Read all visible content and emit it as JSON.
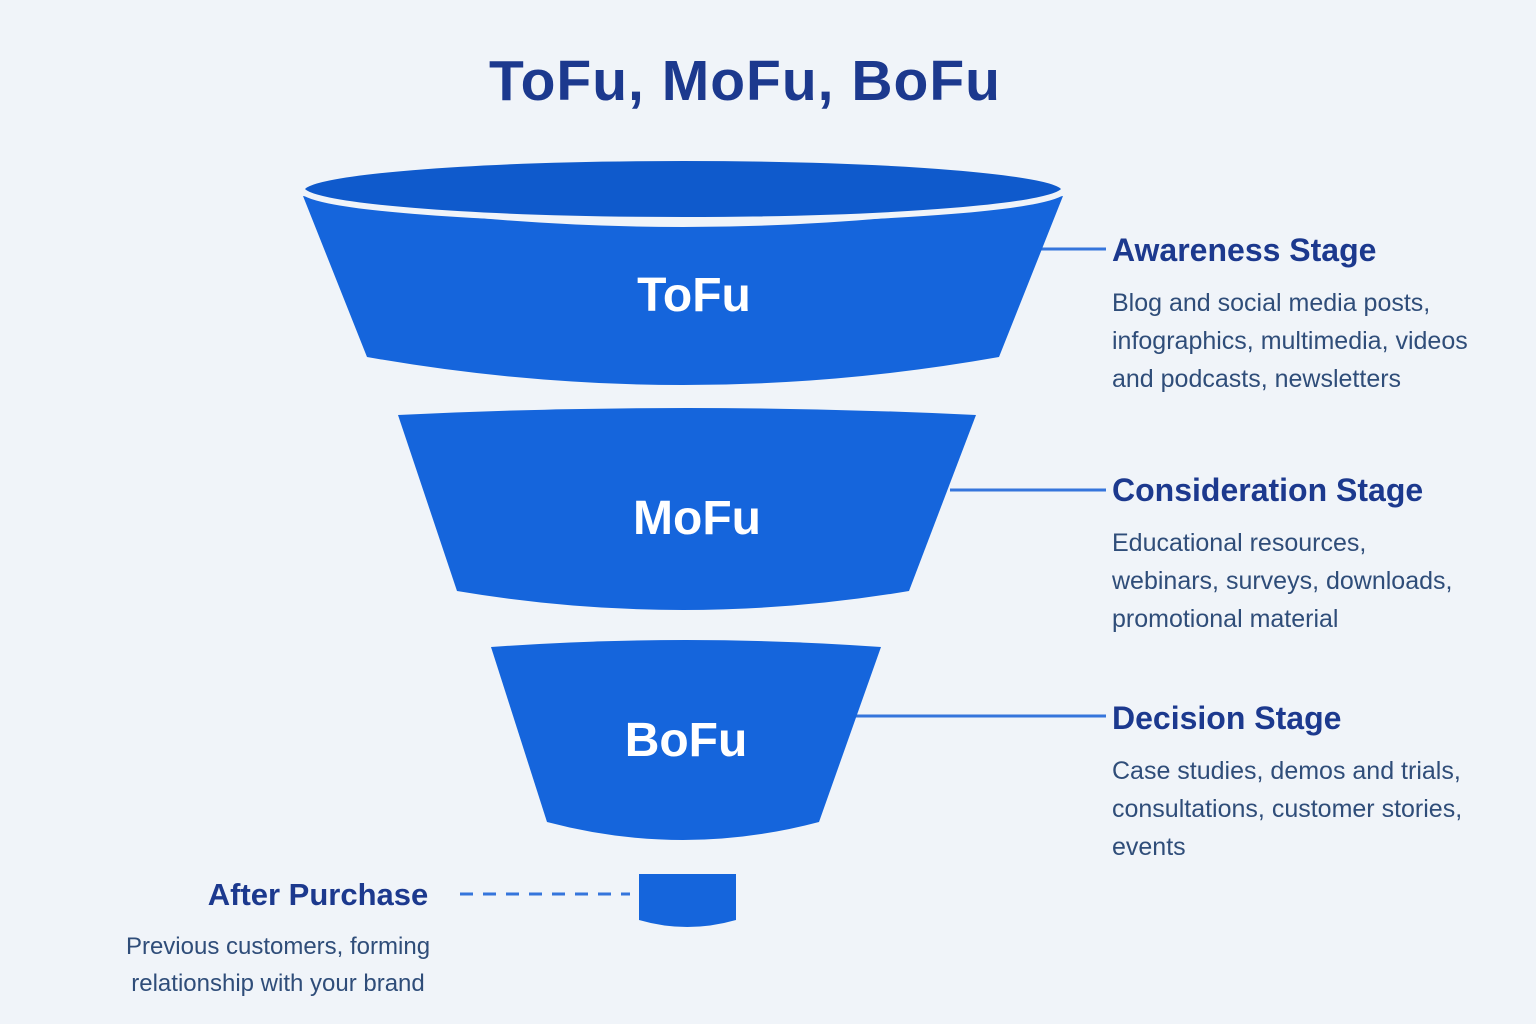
{
  "title": "ToFu, MoFu, BoFu",
  "funnel": {
    "segments": [
      {
        "label": "ToFu"
      },
      {
        "label": "MoFu"
      },
      {
        "label": "BoFu"
      }
    ]
  },
  "stages": [
    {
      "heading": "Awareness Stage",
      "description": "Blog and social media posts,\ninfographics, multimedia, videos\nand podcasts, newsletters"
    },
    {
      "heading": "Consideration Stage",
      "description": "Educational resources,\nwebinars, surveys, downloads,\npromotional material"
    },
    {
      "heading": "Decision Stage",
      "description": "Case studies, demos and trials,\nconsultations, customer stories,\nevents"
    }
  ],
  "after_purchase": {
    "heading": "After Purchase",
    "description": "Previous customers, forming\nrelationship with your brand"
  },
  "colors": {
    "funnel_blue": "#1565dc",
    "funnel_top_blue": "#0f5acc",
    "heading_navy": "#1c398e",
    "body_navy": "#2f4d79",
    "connector_blue": "#3575dc",
    "background": "#f0f4f9",
    "funnel_label_white": "#ffffff"
  }
}
